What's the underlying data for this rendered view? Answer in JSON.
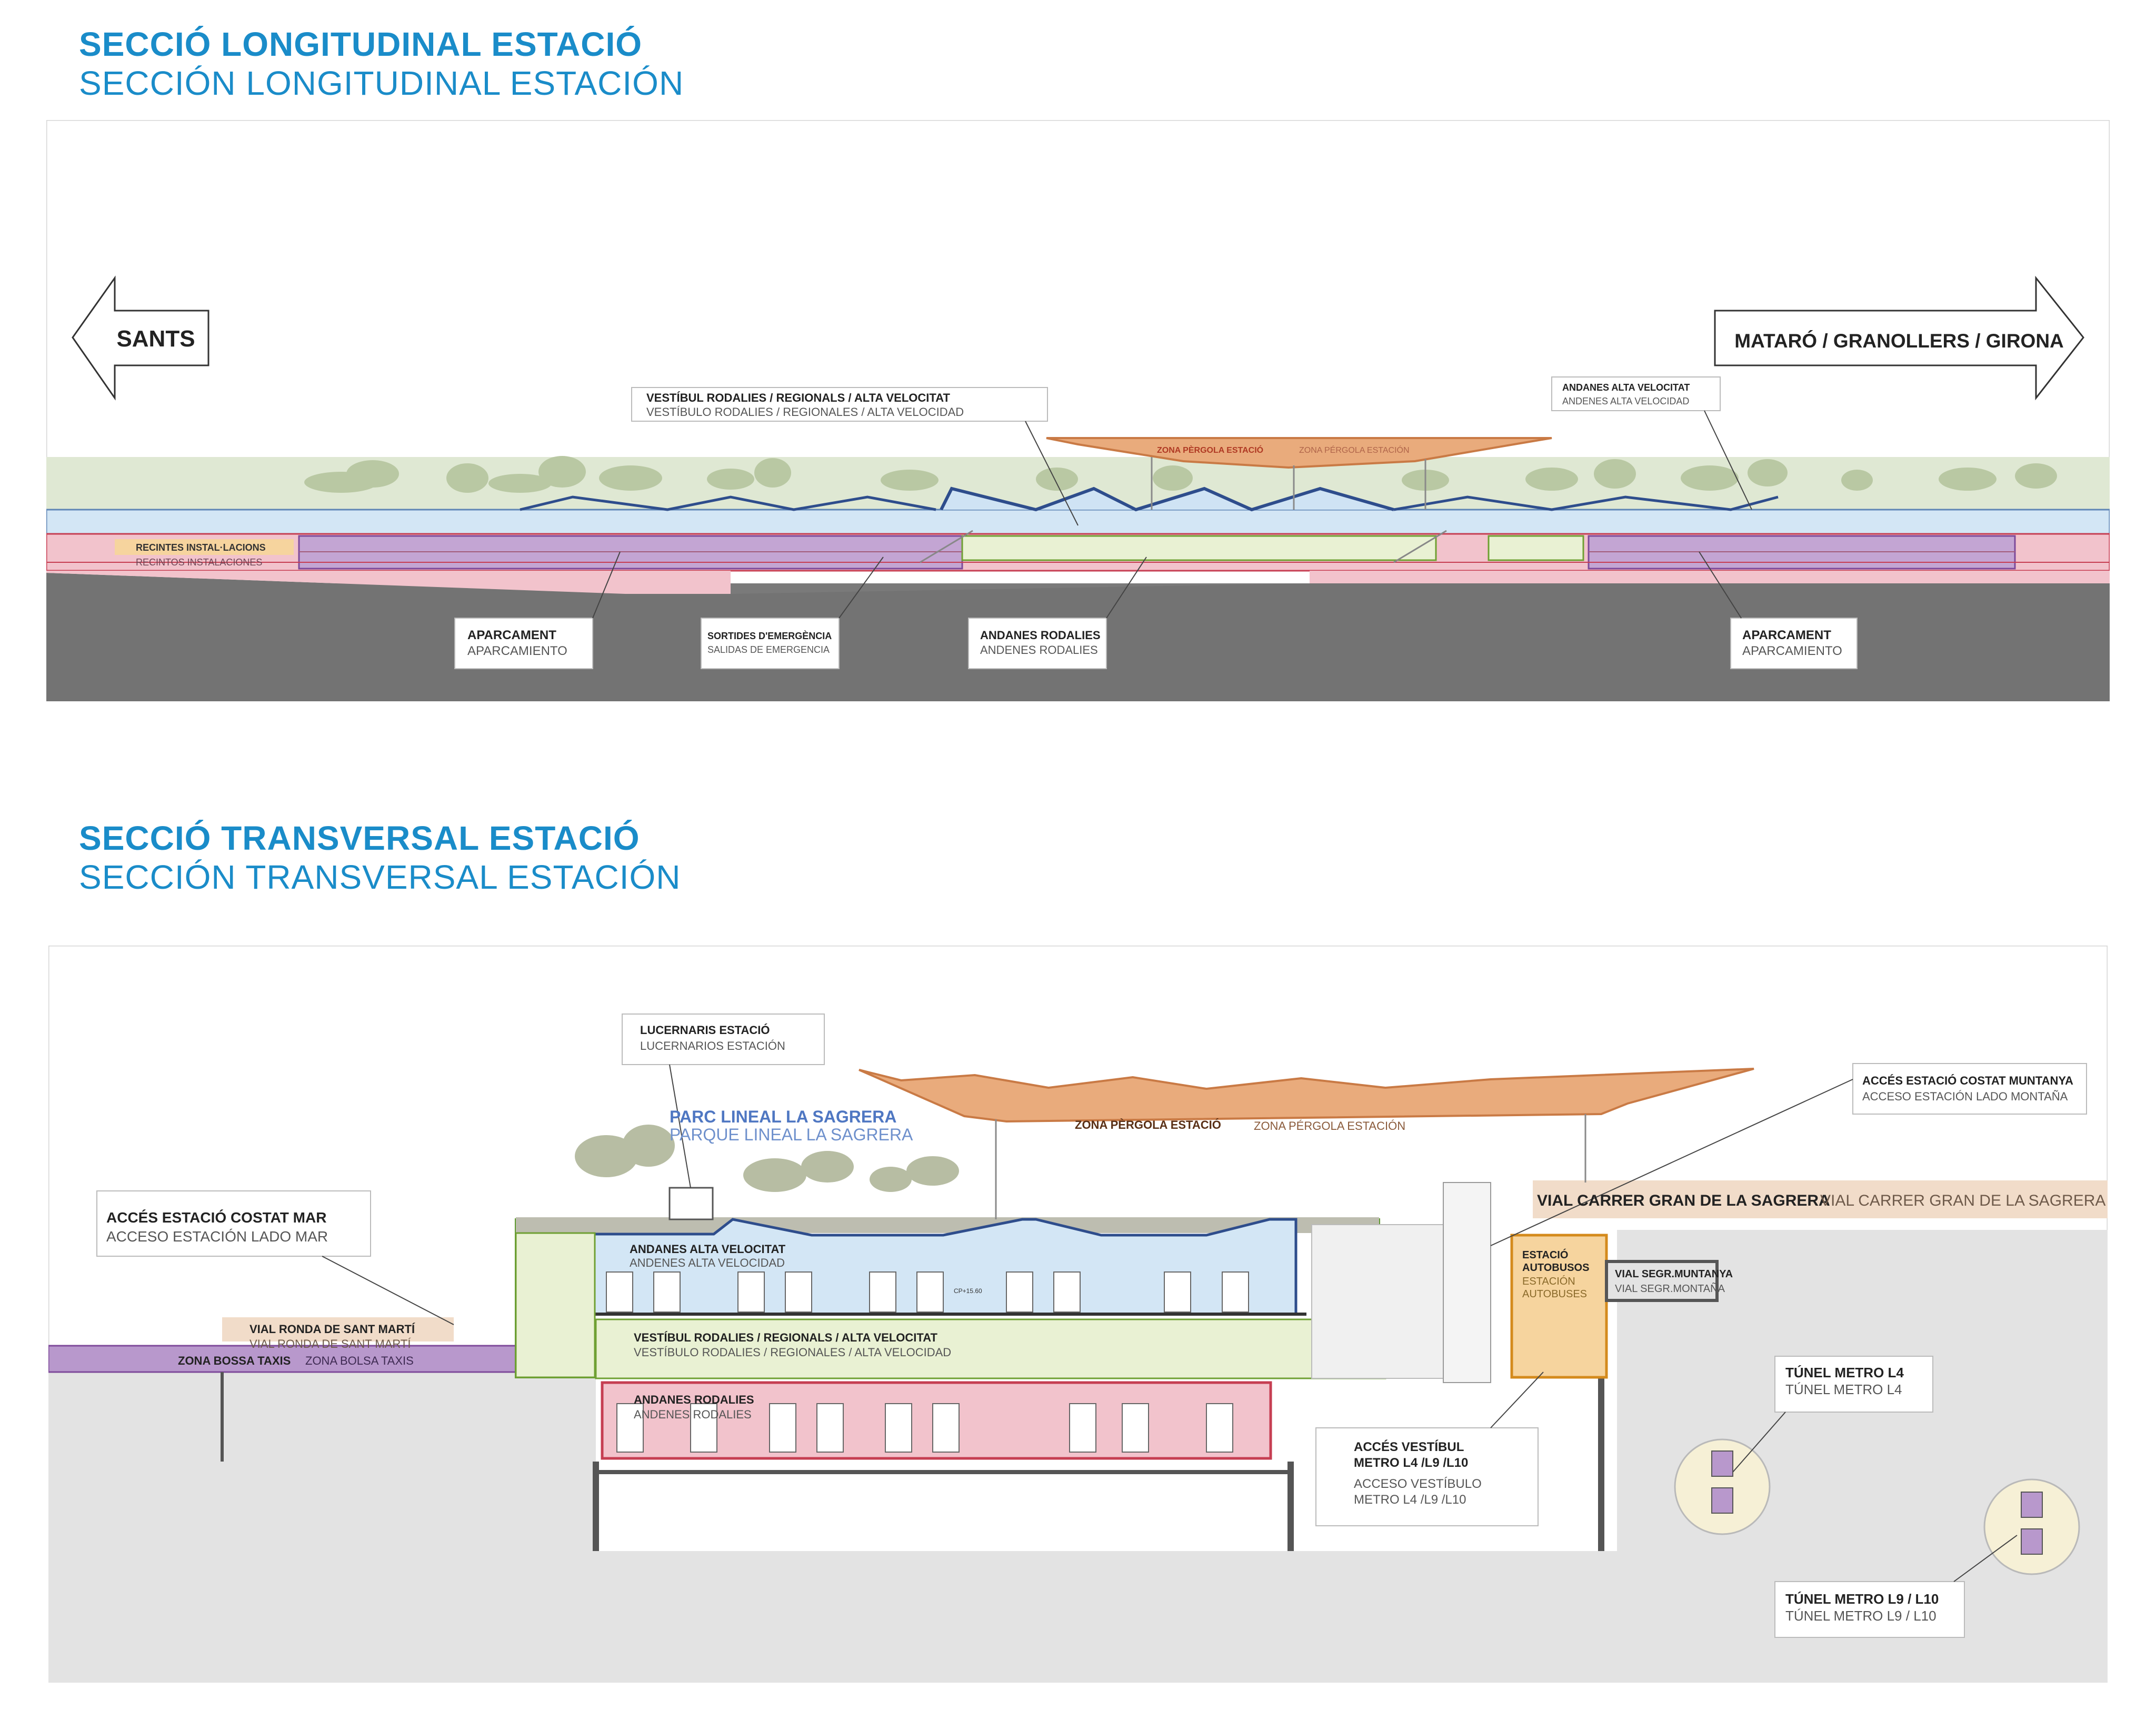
{
  "section_longitudinal": {
    "title_ca": "SECCIÓ LONGITUDINAL ESTACIÓ",
    "title_es": "SECCIÓN LONGITUDINAL ESTACIÓN",
    "arrow_left": "SANTS",
    "arrow_right": "MATARÓ / GRANOLLERS / GIRONA",
    "labels": {
      "vestibul_ca": "VESTÍBUL RODALIES / REGIONALS / ALTA VELOCITAT",
      "vestibul_es": "VESTÍBULO RODALIES / REGIONALES / ALTA VELOCIDAD",
      "pergola_ca": "ZONA PÈRGOLA ESTACIÓ",
      "pergola_es": "ZONA PÉRGOLA ESTACIÓN",
      "andanes_av_ca": "ANDANES ALTA VELOCITAT",
      "andanes_av_es": "ANDENES ALTA VELOCIDAD",
      "recintes_ca": "RECINTES INSTAL·LACIONS",
      "recintes_es": "RECINTOS INSTALACIONES",
      "aparcament_ca": "APARCAMENT",
      "aparcament_es": "APARCAMIENTO",
      "sortides_ca": "SORTIDES D'EMERGÈNCIA",
      "sortides_es": "SALIDAS DE EMERGENCIA",
      "andanes_rod_ca": "ANDANES RODALIES",
      "andanes_rod_es": "ANDENES RODALIES"
    }
  },
  "section_transversal": {
    "title_ca": "SECCIÓ TRANSVERSAL ESTACIÓ",
    "title_es": "SECCIÓN TRANSVERSAL ESTACIÓN",
    "labels": {
      "lucernaris_ca": "LUCERNARIS ESTACIÓ",
      "lucernaris_es": "LUCERNARIOS ESTACIÓN",
      "parc_ca": "PARC LINEAL LA SAGRERA",
      "parc_es": "PARQUE LINEAL LA SAGRERA",
      "pergola_ca": "ZONA PÈRGOLA ESTACIÓ",
      "pergola_es": "ZONA PÉRGOLA ESTACIÓN",
      "acces_muntanya_ca": "ACCÉS ESTACIÓ COSTAT MUNTANYA",
      "acces_muntanya_es": "ACCESO ESTACIÓN LADO MONTAÑA",
      "vial_gran_ca": "VIAL CARRER GRAN DE LA SAGRERA",
      "vial_gran_es": "VIAL CARRER GRAN DE LA SAGRERA",
      "acces_mar_ca": "ACCÉS ESTACIÓ COSTAT MAR",
      "acces_mar_es": "ACCESO ESTACIÓN LADO MAR",
      "andanes_av_ca": "ANDANES ALTA VELOCITAT",
      "andanes_av_es": "ANDENES ALTA VELOCIDAD",
      "estacio_bus_ca1": "ESTACIÓ",
      "estacio_bus_ca2": "AUTOBUSOS",
      "estacio_bus_es1": "ESTACIÓN",
      "estacio_bus_es2": "AUTOBUSES",
      "vial_segr_ca": "VIAL SEGR.MUNTANYA",
      "vial_segr_es": "VIAL SEGR.MONTAÑA",
      "vial_ronda_ca": "VIAL RONDA DE SANT MARTÍ",
      "vial_ronda_es": "VIAL RONDA DE SANT MARTÍ",
      "vestibul_ca": "VESTÍBUL RODALIES / REGIONALS / ALTA VELOCITAT",
      "vestibul_es": "VESTÍBULO RODALIES / REGIONALES / ALTA VELOCIDAD",
      "bossa_ca": "ZONA BOSSA TAXIS",
      "bossa_es": "ZONA BOLSA TAXIS",
      "andanes_rod_ca": "ANDANES RODALIES",
      "andanes_rod_es": "ANDENES RODALIES",
      "acces_metro_ca1": "ACCÉS VESTÍBUL",
      "acces_metro_ca2": "METRO L4 /L9 /L10",
      "acces_metro_es1": "ACCESO VESTÍBULO",
      "acces_metro_es2": "METRO L4 /L9 /L10",
      "tunel_l4_ca": "TÚNEL METRO L4",
      "tunel_l4_es": "TÚNEL METRO L4",
      "tunel_l9_ca": "TÚNEL METRO L9 / L10",
      "tunel_l9_es": "TÚNEL METRO L9 / L10",
      "level_mark": "CP+15.60"
    }
  },
  "colors": {
    "title_blue": "#1a8cc9",
    "ground": "#7a7a7a",
    "soil_light": "#e3e3e3",
    "park": "#dfe8d3",
    "vestibule_green": "#e9f1d3",
    "high_speed_blue": "#d3e6f5",
    "rodalies_red": "#f2c3cc",
    "parking_purple": "#c3a5d3",
    "pergola_orange": "#e9ab7c",
    "bus_orange": "#f6d49e",
    "taxi_purple": "#b898cc",
    "road_beige": "#f1dcc9"
  }
}
